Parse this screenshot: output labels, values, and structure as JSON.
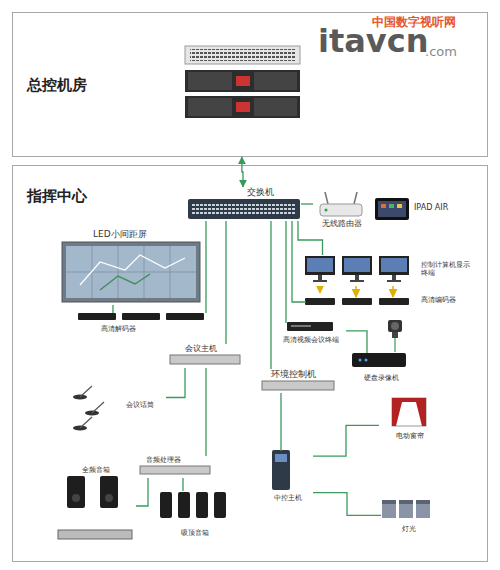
{
  "diagram": {
    "nodes": [
      {
        "text": [
          "总控机房"
        ]
      },
      {
        "text": [
          "指挥中心"
        ]
      },
      {
        "text": [
          "交换机"
        ],
        "in": 1
      },
      {
        "text": [
          "无线路由器"
        ],
        "in": 1
      },
      {
        "text": [
          "IPAD AIR"
        ],
        "in": 1
      },
      {
        "text": [
          "LED小间距屏"
        ],
        "in": 1
      },
      {
        "text": [
          "高清解码器"
        ],
        "in": 1
      },
      {
        "text": [
          "控制计算机显示终端"
        ],
        "in": 1
      },
      {
        "text": [
          "高清编码器"
        ],
        "in": 1
      },
      {
        "text": [
          "高清视频会议终端"
        ],
        "in": 1
      },
      {
        "text": [
          "硬盘录像机"
        ],
        "in": 1
      },
      {
        "text": [
          "会议主机"
        ],
        "in": 1
      },
      {
        "text": [
          "会议话筒"
        ],
        "in": 1
      },
      {
        "text": [
          "环境控制机"
        ],
        "in": 1
      },
      {
        "text": [
          "中控主机"
        ],
        "in": 1
      },
      {
        "text": [
          "电动窗帘"
        ],
        "in": 1
      },
      {
        "text": [
          "灯光"
        ],
        "in": 1
      },
      {
        "text": [
          "音频处理器"
        ],
        "in": 1
      },
      {
        "text": [
          "吸顶音箱"
        ],
        "in": 1
      },
      {
        "text": [
          "全频音箱"
        ],
        "in": 1
      }
    ],
    "edges": [
      {
        "from": 0,
        "to": 2,
        "arrow": "both"
      },
      {
        "from": 2,
        "to": 3,
        "arrow": "none"
      },
      {
        "from": 2,
        "to": 6,
        "arrow": "none"
      },
      {
        "from": 6,
        "to": 5,
        "arrow": "none"
      },
      {
        "from": 2,
        "to": 7,
        "arrow": "none"
      },
      {
        "from": 7,
        "to": 8,
        "arrow": "to"
      },
      {
        "from": 2,
        "to": 8,
        "arrow": "none"
      },
      {
        "from": 2,
        "to": 9,
        "arrow": "none"
      },
      {
        "from": 9,
        "to": 10,
        "arrow": "none"
      },
      {
        "from": 2,
        "to": 11,
        "arrow": "none"
      },
      {
        "from": 11,
        "to": 12,
        "arrow": "none"
      },
      {
        "from": 11,
        "to": 17,
        "arrow": "none"
      },
      {
        "from": 17,
        "to": 18,
        "arrow": "none"
      },
      {
        "from": 17,
        "to": 19,
        "arrow": "none"
      },
      {
        "from": 2,
        "to": 13,
        "arrow": "none"
      },
      {
        "from": 13,
        "to": 14,
        "arrow": "none"
      },
      {
        "from": 14,
        "to": 15,
        "arrow": "none"
      },
      {
        "from": 14,
        "to": 16,
        "arrow": "none"
      }
    ],
    "labels": [
      "中国数字视听网",
      "itavcn",
      ".com"
    ]
  }
}
